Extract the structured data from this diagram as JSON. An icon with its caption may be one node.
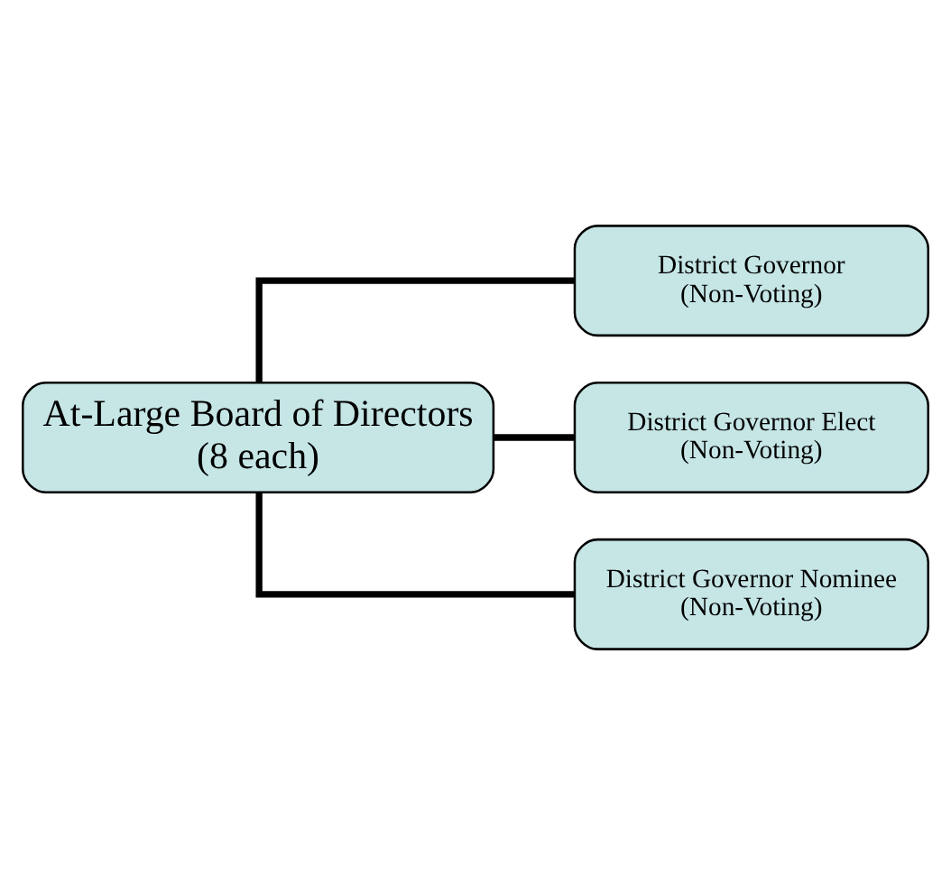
{
  "diagram": {
    "nodes": [
      {
        "text": [
          "At-Large Board of Directors",
          "(8 each)"
        ]
      },
      {
        "text": [
          "District Governor",
          "(Non-Voting)"
        ]
      },
      {
        "text": [
          "District Governor Elect",
          "(Non-Voting)"
        ]
      },
      {
        "text": [
          "District Governor Nominee",
          "(Non-Voting)"
        ]
      }
    ],
    "edges": [
      {
        "from": 0,
        "to": 1,
        "arrow": "none"
      },
      {
        "from": 0,
        "to": 2,
        "arrow": "none"
      },
      {
        "from": 0,
        "to": 3,
        "arrow": "none"
      }
    ]
  }
}
